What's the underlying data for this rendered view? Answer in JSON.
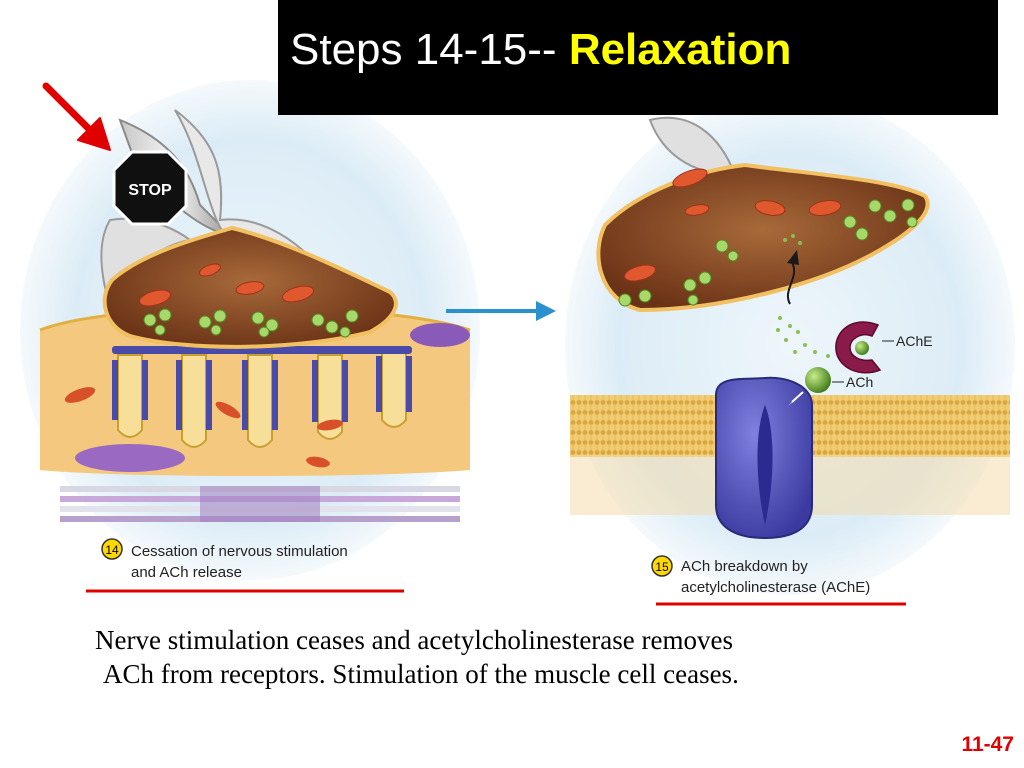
{
  "slide": {
    "title_prefix": "Steps 14-15-- ",
    "title_highlight": "Relaxation",
    "caption_line1": "Nerve stimulation ceases and acetylcholinesterase removes",
    "caption_line2": "ACh from receptors.  Stimulation of the muscle cell ceases.",
    "slide_number": "11-47"
  },
  "figure": {
    "stop_sign_text": "STOP",
    "step14": {
      "number": "14",
      "line1": "Cessation of nervous stimulation",
      "line2": "and ACh release"
    },
    "step15": {
      "number": "15",
      "line1": "ACh breakdown by",
      "line2": "acetylcholinesterase (AChE)"
    },
    "label_ache": "AChE",
    "label_ach": "ACh"
  },
  "colors": {
    "title_background": "#000000",
    "title_highlight": "#ffff00",
    "slide_number": "#e00000",
    "underline": "#e00000",
    "arrow_red": "#e00000",
    "arrow_blue": "#2a90d0",
    "receptor": "#5555c0",
    "enzyme": "#8a1a4a",
    "ach_molecule": "#6aa030",
    "terminal": "#8a4a20",
    "muscle": "#f5c880"
  }
}
